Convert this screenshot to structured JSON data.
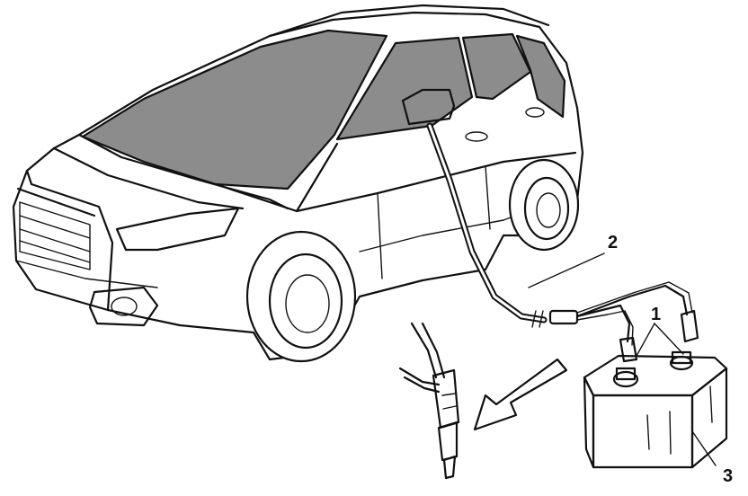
{
  "callouts": [
    {
      "id": "1",
      "text": "1"
    },
    {
      "id": "2",
      "text": "2"
    },
    {
      "id": "3",
      "text": "3"
    }
  ],
  "icons": [
    "car-illustration",
    "battery-illustration",
    "clamp-illustration",
    "arrow-icon"
  ]
}
